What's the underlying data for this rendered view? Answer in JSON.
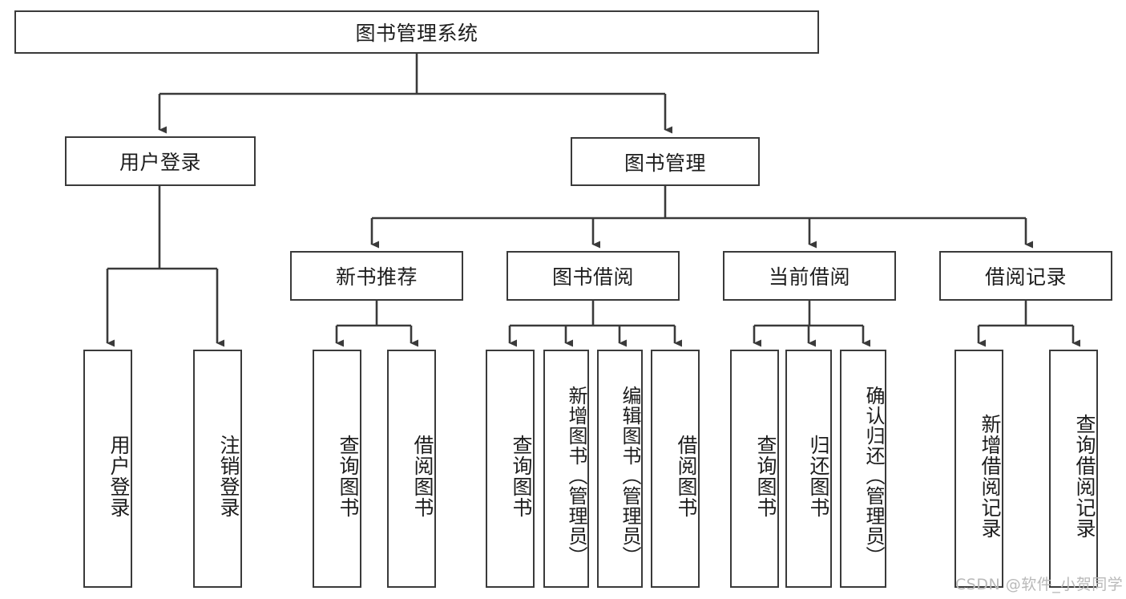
{
  "diagram": {
    "type": "tree-hierarchy",
    "title": "图书管理系统",
    "orientation": "top-down",
    "box_style": {
      "border_color": "#3a3a3a",
      "fill_color": "#ffffff",
      "text_color": "#1d1d1d"
    },
    "connector_color": "#3a3a3a"
  },
  "root": {
    "label": "图书管理系统"
  },
  "level2": {
    "user_login": {
      "label": "用户登录"
    },
    "book_manage": {
      "label": "图书管理"
    }
  },
  "level3": {
    "new_book_rec": {
      "label": "新书推荐"
    },
    "book_borrow": {
      "label": "图书借阅"
    },
    "current_borrow": {
      "label": "当前借阅"
    },
    "borrow_record": {
      "label": "借阅记录"
    }
  },
  "leaves": {
    "user_login_children": [
      {
        "label": "用户登录"
      },
      {
        "label": "注销登录"
      }
    ],
    "new_book_rec_children": [
      {
        "label": "查询图书"
      },
      {
        "label": "借阅图书"
      }
    ],
    "book_borrow_children": [
      {
        "label": "查询图书"
      },
      {
        "label": "新增图书（管理员）"
      },
      {
        "label": "编辑图书（管理员）"
      },
      {
        "label": "借阅图书"
      }
    ],
    "current_borrow_children": [
      {
        "label": "查询图书"
      },
      {
        "label": "归还图书"
      },
      {
        "label": "确认归还（管理员）"
      }
    ],
    "borrow_record_children": [
      {
        "label": "新增借阅记录"
      },
      {
        "label": "查询借阅记录"
      }
    ]
  },
  "watermark": {
    "text": "CSDN @软件_小贺同学"
  }
}
